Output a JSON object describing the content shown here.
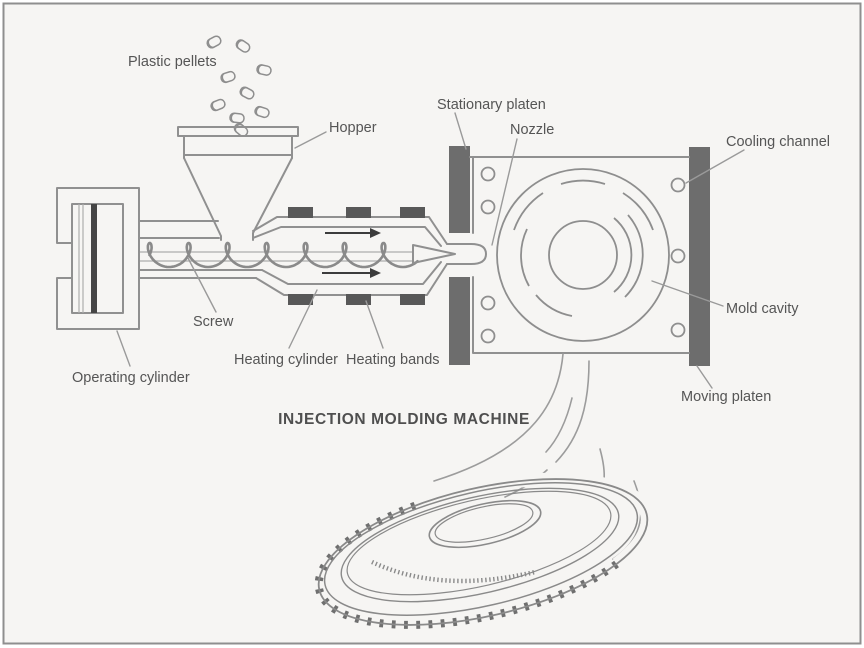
{
  "title": "INJECTION MOLDING MACHINE",
  "labels": {
    "plastic_pellets": "Plastic pellets",
    "hopper": "Hopper",
    "stationary_platen": "Stationary platen",
    "nozzle": "Nozzle",
    "cooling_channel": "Cooling channel",
    "mold_cavity": "Mold cavity",
    "moving_platen": "Moving platen",
    "screw": "Screw",
    "heating_cylinder": "Heating cylinder",
    "heating_bands": "Heating bands",
    "operating_cylinder": "Operating cylinder"
  },
  "colors": {
    "background": "#f6f5f3",
    "border": "#8f8f8f",
    "line": "#909090",
    "platen": "#6d6d6d",
    "heating_band": "#585858",
    "piston": "#454545",
    "arrow": "#3c3c3c",
    "text": "#555555"
  }
}
